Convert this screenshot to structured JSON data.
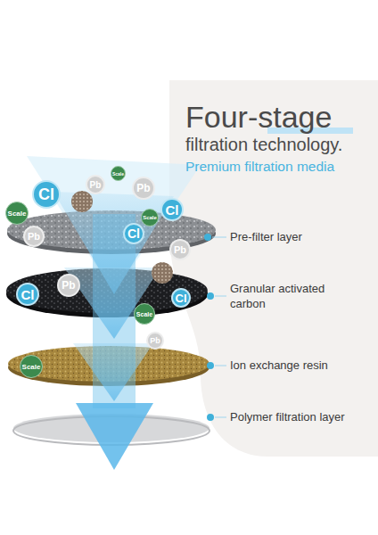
{
  "diagram": {
    "title": "Four-stage filtration technology.",
    "labels": [
      "Premium filtration media",
      "Pre-filter layer",
      "Granular activated carbon",
      "Ion exchange resin",
      "Polymer filtration layer",
      "Scale",
      "Cl",
      "Pb",
      "Scale",
      "Pb",
      "Cl",
      "Cl",
      "Scale",
      "Pb",
      "Pb",
      "Cl",
      "Pb",
      "Cl",
      "Scale",
      "Pb",
      "Scale"
    ]
  }
}
